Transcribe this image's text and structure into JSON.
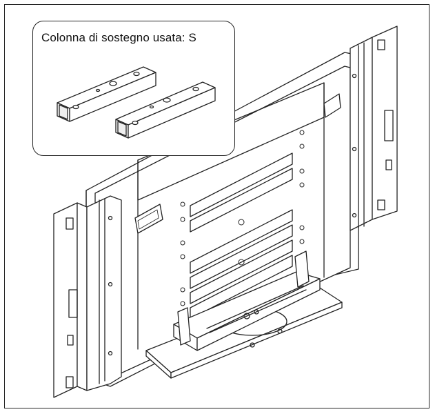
{
  "callout": {
    "title": "Colonna di sostegno usata: S"
  },
  "colors": {
    "line": "#222222",
    "background": "#ffffff",
    "shade": "#777777"
  },
  "icons": [
    "tv-stand-assembly-drawing",
    "support-column-pieces"
  ]
}
